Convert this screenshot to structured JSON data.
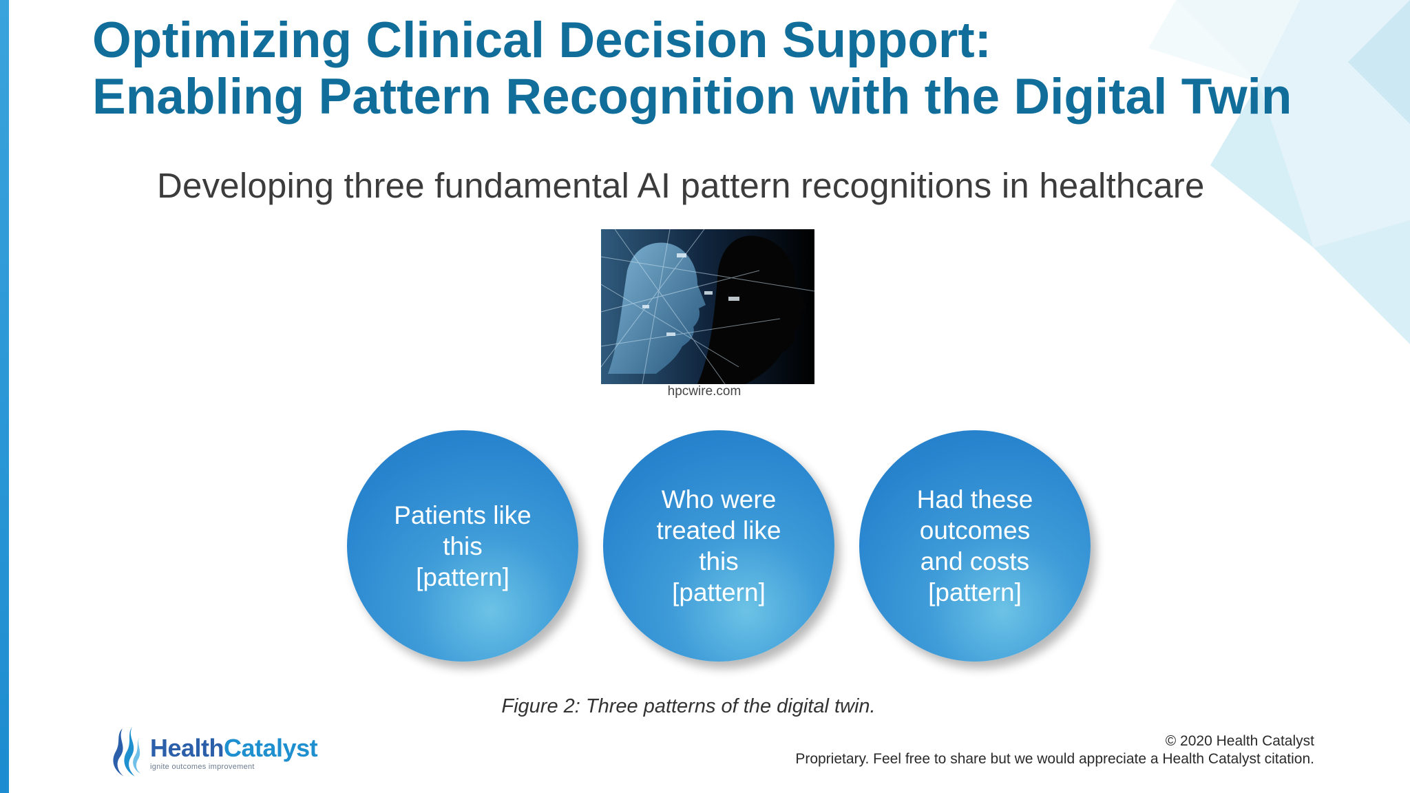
{
  "slide": {
    "title_line1": "Optimizing Clinical Decision Support:",
    "title_line2": "Enabling Pattern Recognition with the Digital Twin",
    "subtitle": "Developing three fundamental AI pattern recognitions in healthcare",
    "image_credit": "hpcwire.com",
    "circles": [
      {
        "label": "Patients like\nthis\n[pattern]"
      },
      {
        "label": "Who were\ntreated like\nthis\n[pattern]"
      },
      {
        "label": "Had these\noutcomes\nand costs\n[pattern]"
      }
    ],
    "caption": "Figure 2: Three patterns of the digital twin."
  },
  "footer": {
    "logo_health": "Health",
    "logo_catalyst": "Catalyst",
    "logo_tagline": "ignite outcomes improvement",
    "copyright_line1": "© 2020 Health Catalyst",
    "copyright_line2": "Proprietary. Feel free to share but we would appreciate a Health Catalyst citation."
  },
  "colors": {
    "title": "#116e9a",
    "accent_bar": "#1d8cd0",
    "circle_blue": "#2a86cf",
    "logo_dark": "#2b5fa9",
    "logo_light": "#1e8fcf"
  },
  "icons": {
    "logo_mark": "flame-logo-icon",
    "face_image": "digital-face-image"
  }
}
